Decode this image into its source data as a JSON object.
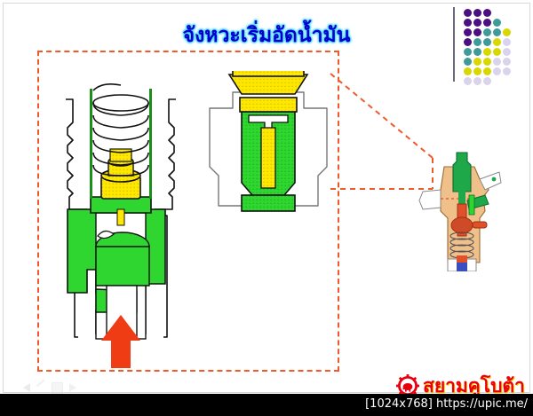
{
  "slide": {
    "title": "จังหวะเริ่มอัดน้ำมัน",
    "title_color": "#0000cc",
    "title_glow_color": "#66ddff",
    "background": "#ffffff"
  },
  "callout": {
    "dash_color": "#f05a28",
    "frame_label": "magnified-assembly-frame"
  },
  "diagram": {
    "name": "fuel-injection-pump-cross-section",
    "colors": {
      "plunger_yellow": "#ffe800",
      "barrel_green": "#2fd62f",
      "flow_arrow_red": "#f03c14",
      "outline_black": "#111111",
      "spring_white": "#ffffff",
      "inset_tan": "#f0c08a",
      "inset_green": "#1fa84a",
      "inset_red": "#e0502a"
    },
    "parts": [
      {
        "name": "spring",
        "label": ""
      },
      {
        "name": "plunger",
        "label": ""
      },
      {
        "name": "barrel",
        "label": ""
      },
      {
        "name": "control-sleeve",
        "label": ""
      },
      {
        "name": "fuel-flow-arrow",
        "label": ""
      }
    ]
  },
  "dots": {
    "colors": [
      "#4b0f82",
      "#3f9a9a",
      "#d8d800",
      "#d9d4ec"
    ],
    "rule_color": "#6b6b7b"
  },
  "brand": {
    "name": "สยามคูโบต้า",
    "text_color": "#e8000d",
    "logo_name": "kubota-elephant-gear-logo"
  },
  "footer": {
    "text": "[1024x768] https://upic.me/",
    "background": "#000000",
    "text_color": "#ffffff"
  },
  "ghost_icons": [
    {
      "name": "back-arrow-icon"
    },
    {
      "name": "pencil-icon"
    },
    {
      "name": "page-icon"
    },
    {
      "name": "forward-arrow-icon"
    }
  ]
}
